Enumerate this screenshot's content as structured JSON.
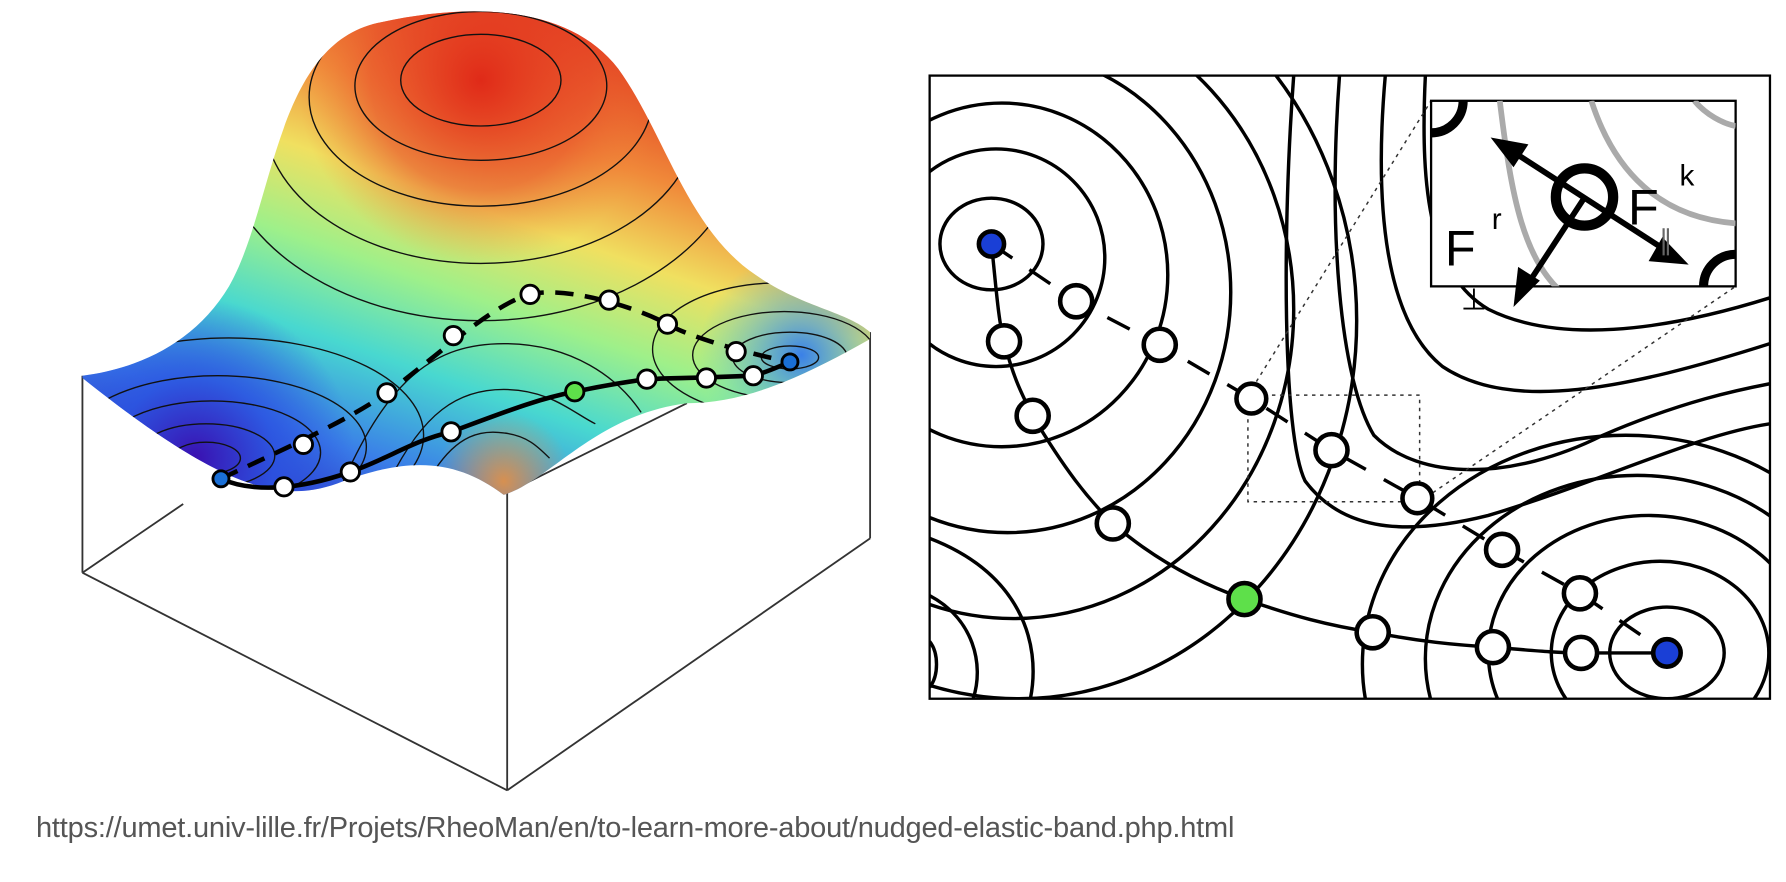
{
  "figure": {
    "inset_labels": {
      "perp_force": {
        "symbol": "F",
        "subscript": "⊥",
        "superscript": "r"
      },
      "parallel_force": {
        "symbol": "F",
        "subscript": "∥",
        "superscript": "k"
      }
    },
    "colors": {
      "minimum_point": "#1a3fd6",
      "saddle_point": "#5ee04a",
      "image_point": "#ffffff",
      "surface_low": "#3a1fb0",
      "surface_high": "#e0301c"
    }
  },
  "caption": {
    "source_url": "https://umet.univ-lille.fr/Projets/RheoMan/en/to-learn-more-about/nudged-elastic-band.php.html"
  }
}
